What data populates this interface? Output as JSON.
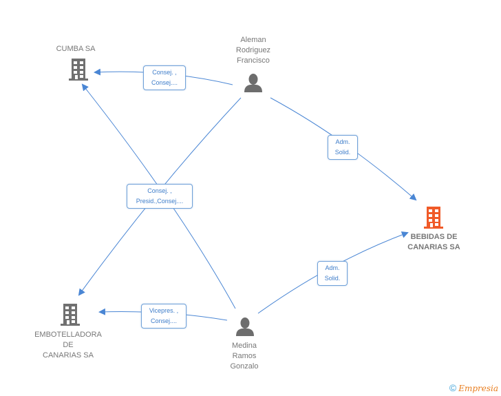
{
  "diagram": {
    "nodes": [
      {
        "id": "cumba",
        "type": "company",
        "label": "CUMBA SA",
        "highlight": false
      },
      {
        "id": "aleman",
        "type": "person",
        "label": "Aleman\nRodriguez\nFrancisco"
      },
      {
        "id": "bebidas",
        "type": "company",
        "label": "BEBIDAS DE\nCANARIAS SA",
        "highlight": true
      },
      {
        "id": "embotelladora",
        "type": "company",
        "label": "EMBOTELLADORA\nDE\nCANARIAS SA",
        "highlight": false
      },
      {
        "id": "medina",
        "type": "person",
        "label": "Medina\nRamos\nGonzalo"
      }
    ],
    "edges": [
      {
        "from": "aleman",
        "to": "cumba",
        "label": "Consej. ,\nConsej...."
      },
      {
        "from": "aleman",
        "to": "bebidas",
        "label": "Adm.\nSolid."
      },
      {
        "from": "medina",
        "to": "cumba",
        "label": "Consej. ,\nPresid.,Consej...."
      },
      {
        "from": "aleman",
        "to": "embotelladora",
        "label": ""
      },
      {
        "from": "medina",
        "to": "bebidas",
        "label": "Adm.\nSolid."
      },
      {
        "from": "medina",
        "to": "embotelladora",
        "label": "Vicepres. ,\nConsej...."
      }
    ],
    "colors": {
      "edge": "#4a86d4",
      "company_icon": "#707070",
      "highlight_icon": "#f05a28",
      "person_icon": "#6d6d6d"
    }
  },
  "footer": {
    "copyright_symbol": "©",
    "brand": "Empresia"
  }
}
